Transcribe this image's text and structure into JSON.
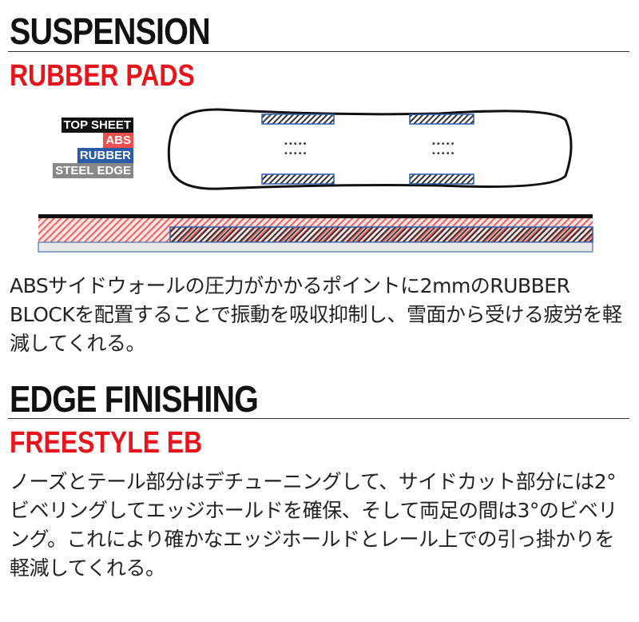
{
  "suspension": {
    "title": "SUSPENSION",
    "subtitle": "RUBBER PADS",
    "legend": [
      {
        "label": "TOP SHEET",
        "color": "#111111"
      },
      {
        "label": "ABS",
        "color": "#f05050"
      },
      {
        "label": "RUBBER",
        "color": "#2a5aa8"
      },
      {
        "label": "STEEL EDGE",
        "color": "#888888"
      }
    ],
    "body": "ABSサイドウォールの圧力がかかるポイントに2mmのRUBBER BLOCKを配置することで振動を吸収抑制し、雪面から受ける疲労を軽減してくれる。"
  },
  "edge": {
    "title": "EDGE FINISHING",
    "subtitle": "FREESTYLE EB",
    "body": "ノーズとテール部分はデチューニングして、サイドカット部分には2°ビベリングしてエッジホールドを確保、そして両足の間は3°のビベリング。これにより確かなエッジホールドとレール上での引っ掛かりを軽減してくれる。"
  }
}
